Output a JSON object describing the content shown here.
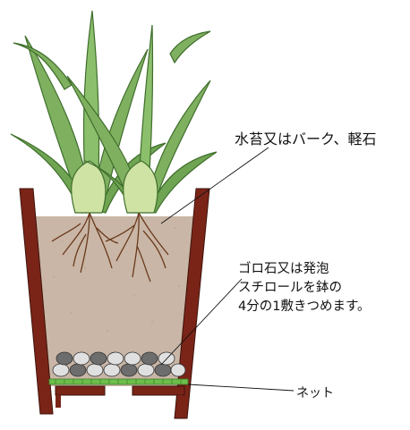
{
  "labels": {
    "top": "水苔又はバーク、軽石",
    "middle_lines": [
      "ゴロ石又は発泡",
      "スチロールを鉢の",
      "4分の1敷きつめます。"
    ],
    "net": "ネット"
  },
  "colors": {
    "pot": "#7a2418",
    "soil": "#c9b6a6",
    "leaf": "#7fb060",
    "leaf_dark": "#3f6e2c",
    "leaf_base": "#cfe3a4",
    "roots": "#6a3a1c",
    "stone_dark": "#6d6d6d",
    "stone_light": "#e0e0e0",
    "net": "#6cbf4a"
  }
}
